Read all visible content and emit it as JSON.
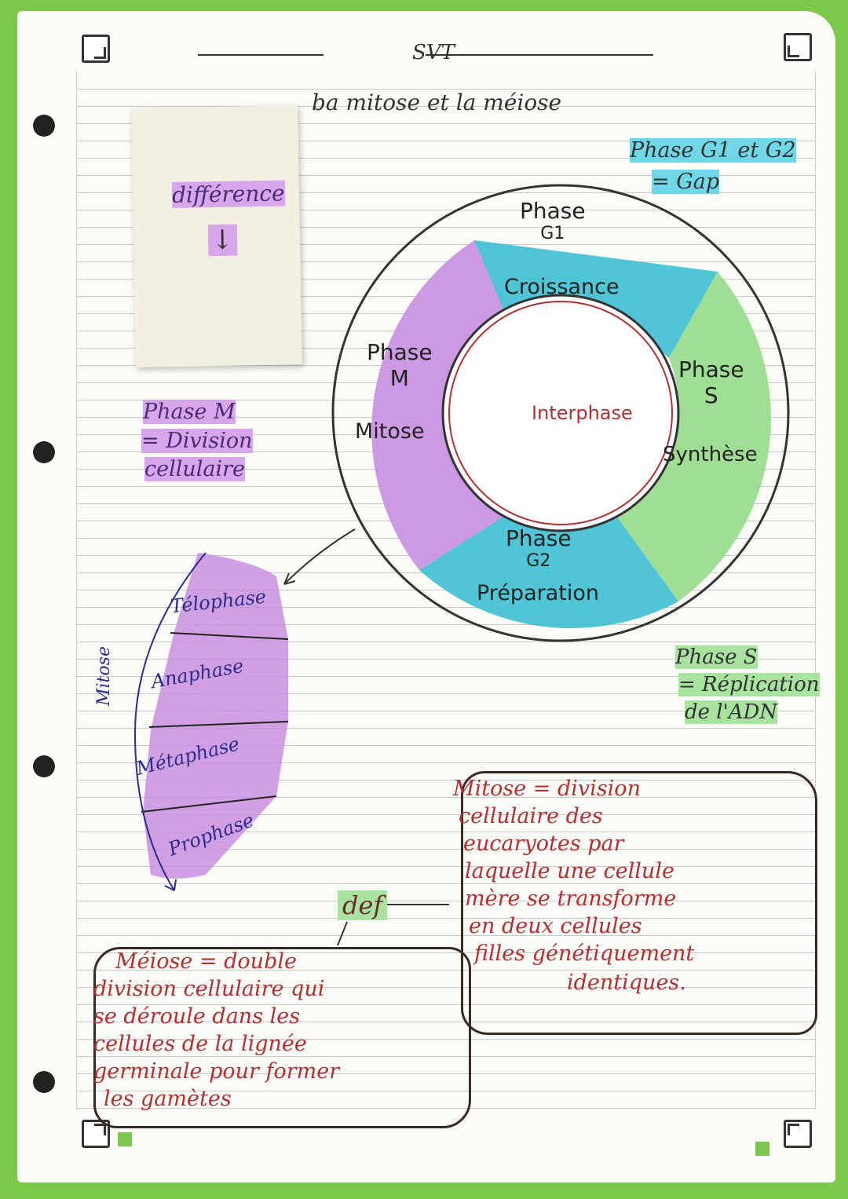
{
  "header": {
    "subject": "SVT"
  },
  "page_title": "ba mitose et la méiose",
  "note_card": {
    "word": "différence",
    "arrow": "↓"
  },
  "gap_note": {
    "line1": "Phase G1 et G2",
    "line2": "= Gap"
  },
  "m_note": {
    "line1": "Phase M",
    "line2": "= Division",
    "line3": "cellulaire"
  },
  "s_note": {
    "line1": "Phase S",
    "line2": "= Réplication",
    "line3": "de l'ADN"
  },
  "cycle": {
    "center": "Interphase",
    "g1": {
      "name": "Phase",
      "code": "G1",
      "role": "Croissance",
      "color": "#3cbfd0"
    },
    "s": {
      "name": "Phase",
      "code": "S",
      "role": "Synthèse",
      "color": "#9bdc90"
    },
    "g2": {
      "name": "Phase",
      "code": "G2",
      "role": "Préparation",
      "color": "#3cbfd0"
    },
    "m": {
      "name": "Phase",
      "code": "M",
      "role": "Mitose",
      "color": "#c98ee0"
    }
  },
  "mitosis_phases": {
    "side_label": "Mitose",
    "items": [
      "Télophase",
      "Anaphase",
      "Métaphase",
      "Prophase"
    ]
  },
  "def_label": "def",
  "mitose_def": [
    "Mitose = division",
    "cellulaire des",
    "eucaryotes par",
    "laquelle une cellule",
    "mère se transforme",
    "en deux cellules",
    "filles génétiquement",
    "identiques."
  ],
  "meiose_def": [
    "Méiose = double",
    "division cellulaire qui",
    "se déroule dans les",
    "cellules de la lignée",
    "germinale pour former",
    "les gamètes"
  ]
}
